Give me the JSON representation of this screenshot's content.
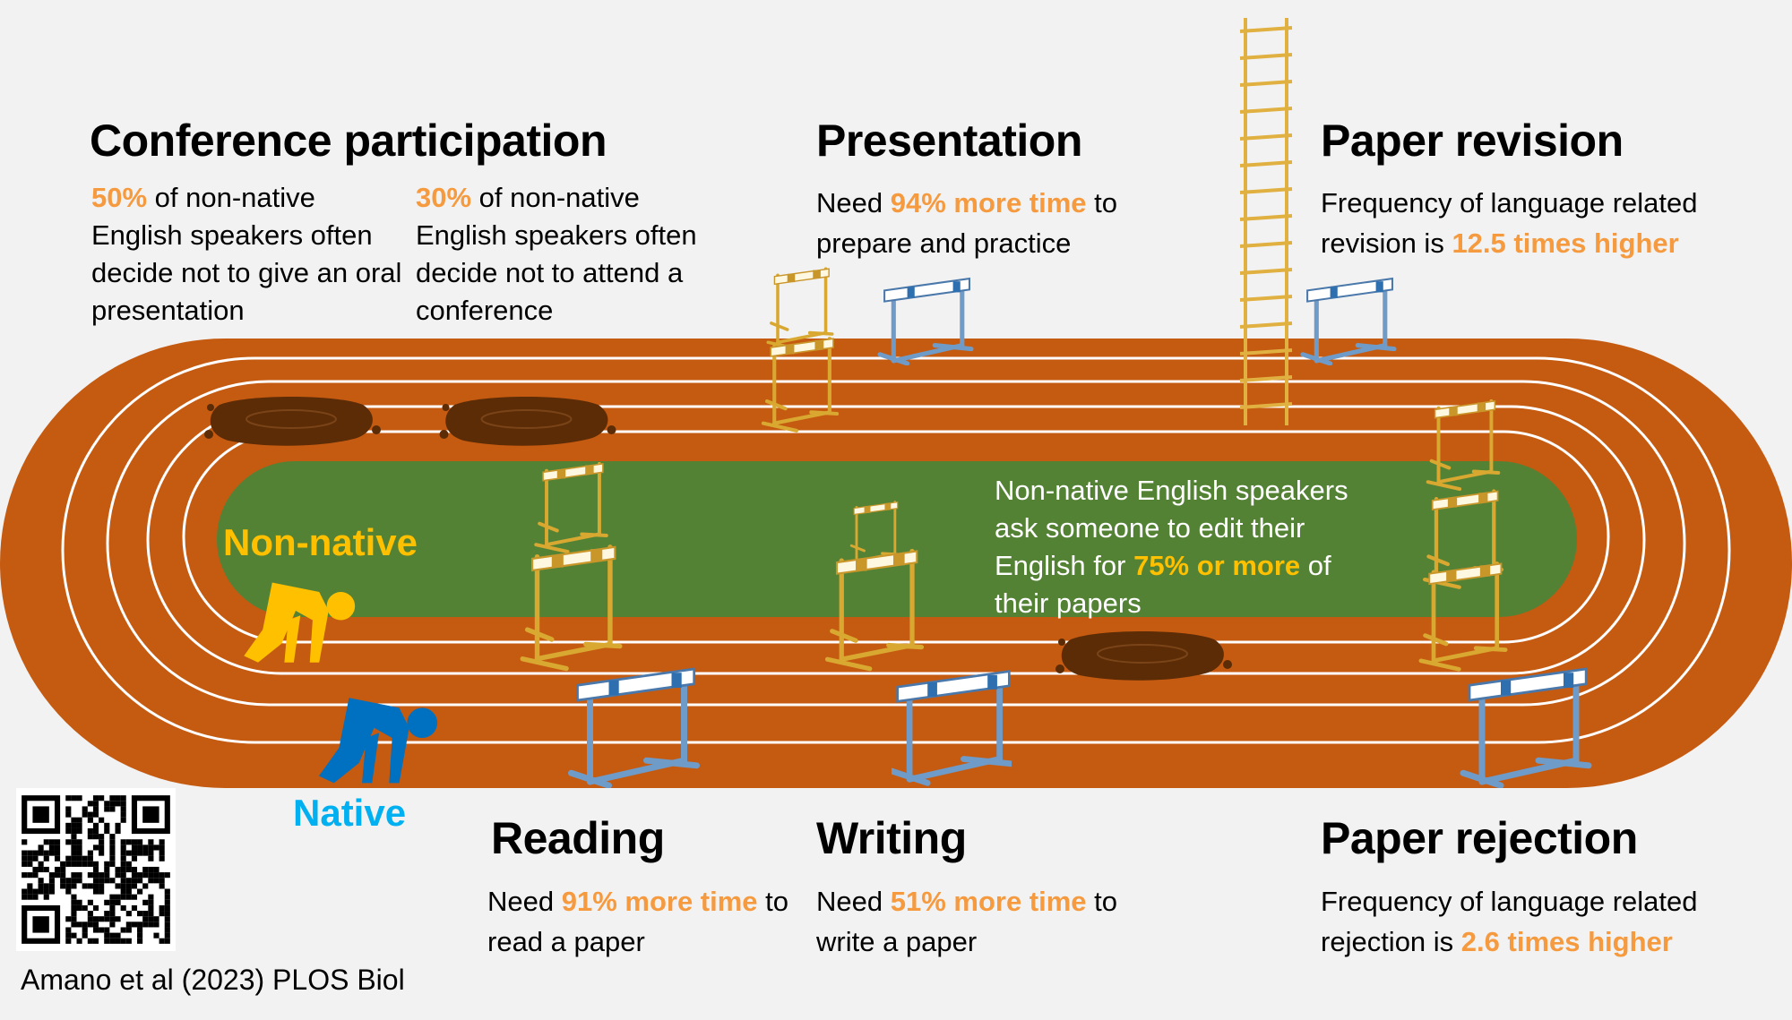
{
  "sections": {
    "conference": {
      "title": "Conference participation",
      "col1": {
        "highlight": "50%",
        "text": " of non-native English speakers often decide not to give an oral presentation"
      },
      "col2": {
        "highlight": "30%",
        "text": " of non-native English speakers often decide not to attend a conference"
      }
    },
    "presentation": {
      "title": "Presentation",
      "pre": "Need ",
      "highlight": "94% more time",
      "post": " to prepare and practice"
    },
    "revision": {
      "title": "Paper revision",
      "pre": "Frequency of language related revision is ",
      "highlight": "12.5 times higher"
    },
    "reading": {
      "title": "Reading",
      "pre": "Need ",
      "highlight": "91% more time",
      "post": " to read a paper"
    },
    "writing": {
      "title": "Writing",
      "pre": "Need ",
      "highlight": "51% more time",
      "post": " to write a paper"
    },
    "rejection": {
      "title": "Paper rejection",
      "pre": "Frequency of language related rejection is ",
      "highlight": "2.6 times higher"
    }
  },
  "infield": {
    "pre": "Non-native English speakers ask someone to edit their English for ",
    "highlight": "75% or more",
    "post": " of their papers"
  },
  "labels": {
    "non_native": "Non-native",
    "native": "Native"
  },
  "citation": "Amano et al (2023) PLOS Biol",
  "colors": {
    "track": "#c55a11",
    "infield": "#548235",
    "highlight": "#f59a3f",
    "non_native": "#ffc000",
    "native": "#0070c0",
    "native_label": "#00b0f0",
    "puddle": "#5b2c06"
  }
}
